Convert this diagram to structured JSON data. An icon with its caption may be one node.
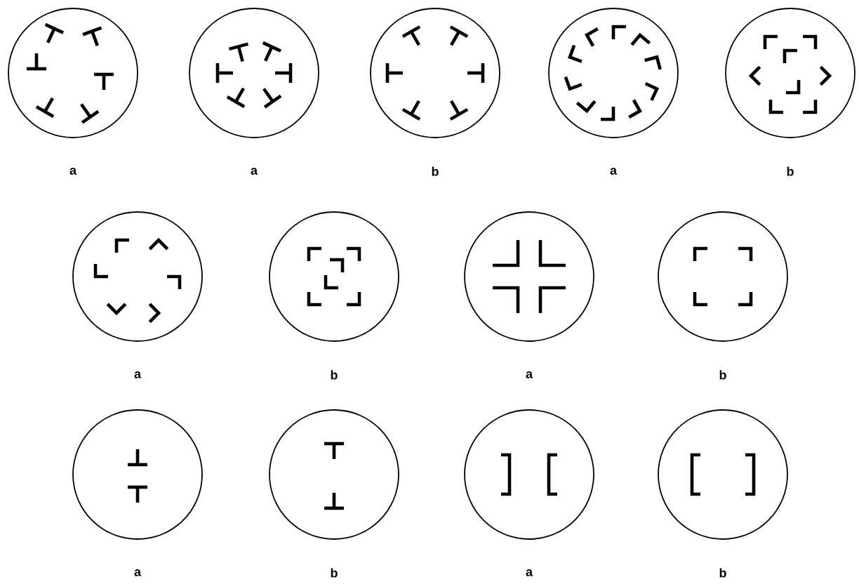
{
  "diagram": {
    "nodes": [
      {
        "text": [],
        "shape": "circle",
        "beside": [
          "a"
        ]
      },
      {
        "text": [],
        "shape": "circle",
        "beside": [
          "a"
        ]
      },
      {
        "text": [],
        "shape": "circle",
        "beside": [
          "b"
        ]
      },
      {
        "text": [],
        "shape": "circle",
        "beside": [
          "a"
        ]
      },
      {
        "text": [],
        "shape": "circle",
        "beside": [
          "b"
        ]
      },
      {
        "text": [],
        "shape": "circle",
        "beside": [
          "a"
        ]
      },
      {
        "text": [],
        "shape": "circle",
        "beside": [
          "b"
        ]
      },
      {
        "text": [],
        "shape": "circle",
        "beside": [
          "a"
        ]
      },
      {
        "text": [],
        "shape": "circle",
        "beside": [
          "b"
        ]
      },
      {
        "text": [],
        "shape": "circle",
        "beside": [
          "a"
        ]
      },
      {
        "text": [],
        "shape": "circle",
        "beside": [
          "b"
        ]
      },
      {
        "text": [],
        "shape": "circle",
        "beside": [
          "a"
        ]
      },
      {
        "text": [],
        "shape": "circle",
        "beside": [
          "b"
        ]
      }
    ]
  }
}
